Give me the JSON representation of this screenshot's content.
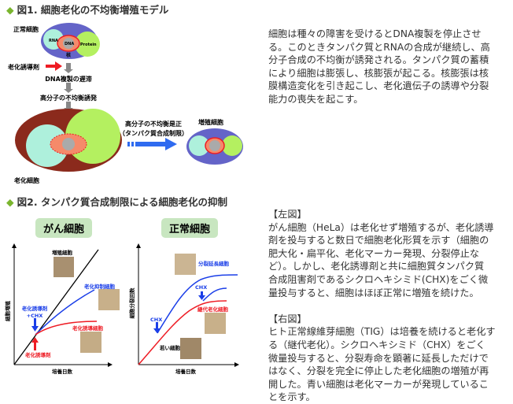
{
  "fig1": {
    "title": "図1. 細胞老化の不均衡増殖モデル",
    "normal_cell": "正常細胞",
    "rna": "RNA",
    "dna": "DNA",
    "protein": "Protein",
    "nucleus": "核",
    "inducer": "老化誘導剤",
    "step1": "DNA複製の遅滞",
    "step2": "高分子の不均衡誘発",
    "senescent_cell": "老化細胞",
    "correction1": "高分子の不均衡是正",
    "correction2": "（タンパク質合成制限）",
    "proliferating_cell": "増殖細胞",
    "text_lines": [
      "細胞は種々の障害を受けるとDNA複製を停止させ",
      "る。このときタンパク質とRNAの合成が継続し、高",
      "分子合成の不均衡が誘発される。タンパク質の蓄積",
      "により細胞は膨張し、核膨張が起こる。核膨張は核",
      "膜構造変化を引き起こし、老化遺伝子の誘導や分裂",
      "能力の喪失を起こす。"
    ]
  },
  "fig2": {
    "title": "図2. タンパク質合成制限による細胞老化の抑制",
    "left": {
      "header": "がん細胞",
      "ylabel": "細胞増殖",
      "xlabel": "培養日数",
      "proliferating": "増殖細胞",
      "suppressed": "老化抑制細胞",
      "inducer_chx1": "老化誘導剤",
      "inducer_chx2": "+CHX",
      "induced": "老化誘導細胞",
      "inducer": "老化誘導剤"
    },
    "right": {
      "header": "正常細胞",
      "ylabel": "細胞分裂回数",
      "xlabel": "培養日数",
      "extended": "分裂延長細胞",
      "chx1": "CHX",
      "chx2": "CHX",
      "senescent": "継代老化細胞",
      "young": "若い細胞"
    },
    "left_label": "【左図】",
    "left_lines": [
      "がん細胞（HeLa）は老化せず増殖するが、老化誘導",
      "剤を投与すると数日で細胞老化形質を示す（細胞の",
      "肥大化・扁平化、老化マーカー発現、分裂停止な",
      "ど）。しかし、老化誘導剤と共に細胞質タンパク質",
      "合成阻害剤であるシクロヘキシミド(CHX)をごく微",
      "量投与すると、細胞はほぼ正常に増殖を続けた。"
    ],
    "right_label": "【右図】",
    "right_lines": [
      "ヒト正常線維芽細胞（TIG）は培養を続けると老化す",
      "る（継代老化）。シクロヘキシミド（CHX）をごく",
      "微量投与すると、分裂寿命を顕著に延長しただけで",
      "はなく、分裂を完全に停止した老化細胞の増殖が再",
      "開した。青い細胞は老化マーカーが発現しているこ",
      "とを示す。"
    ]
  },
  "colors": {
    "accent": "#7ab52e",
    "red": "#ee1c24",
    "blue": "#1a3ee8"
  }
}
